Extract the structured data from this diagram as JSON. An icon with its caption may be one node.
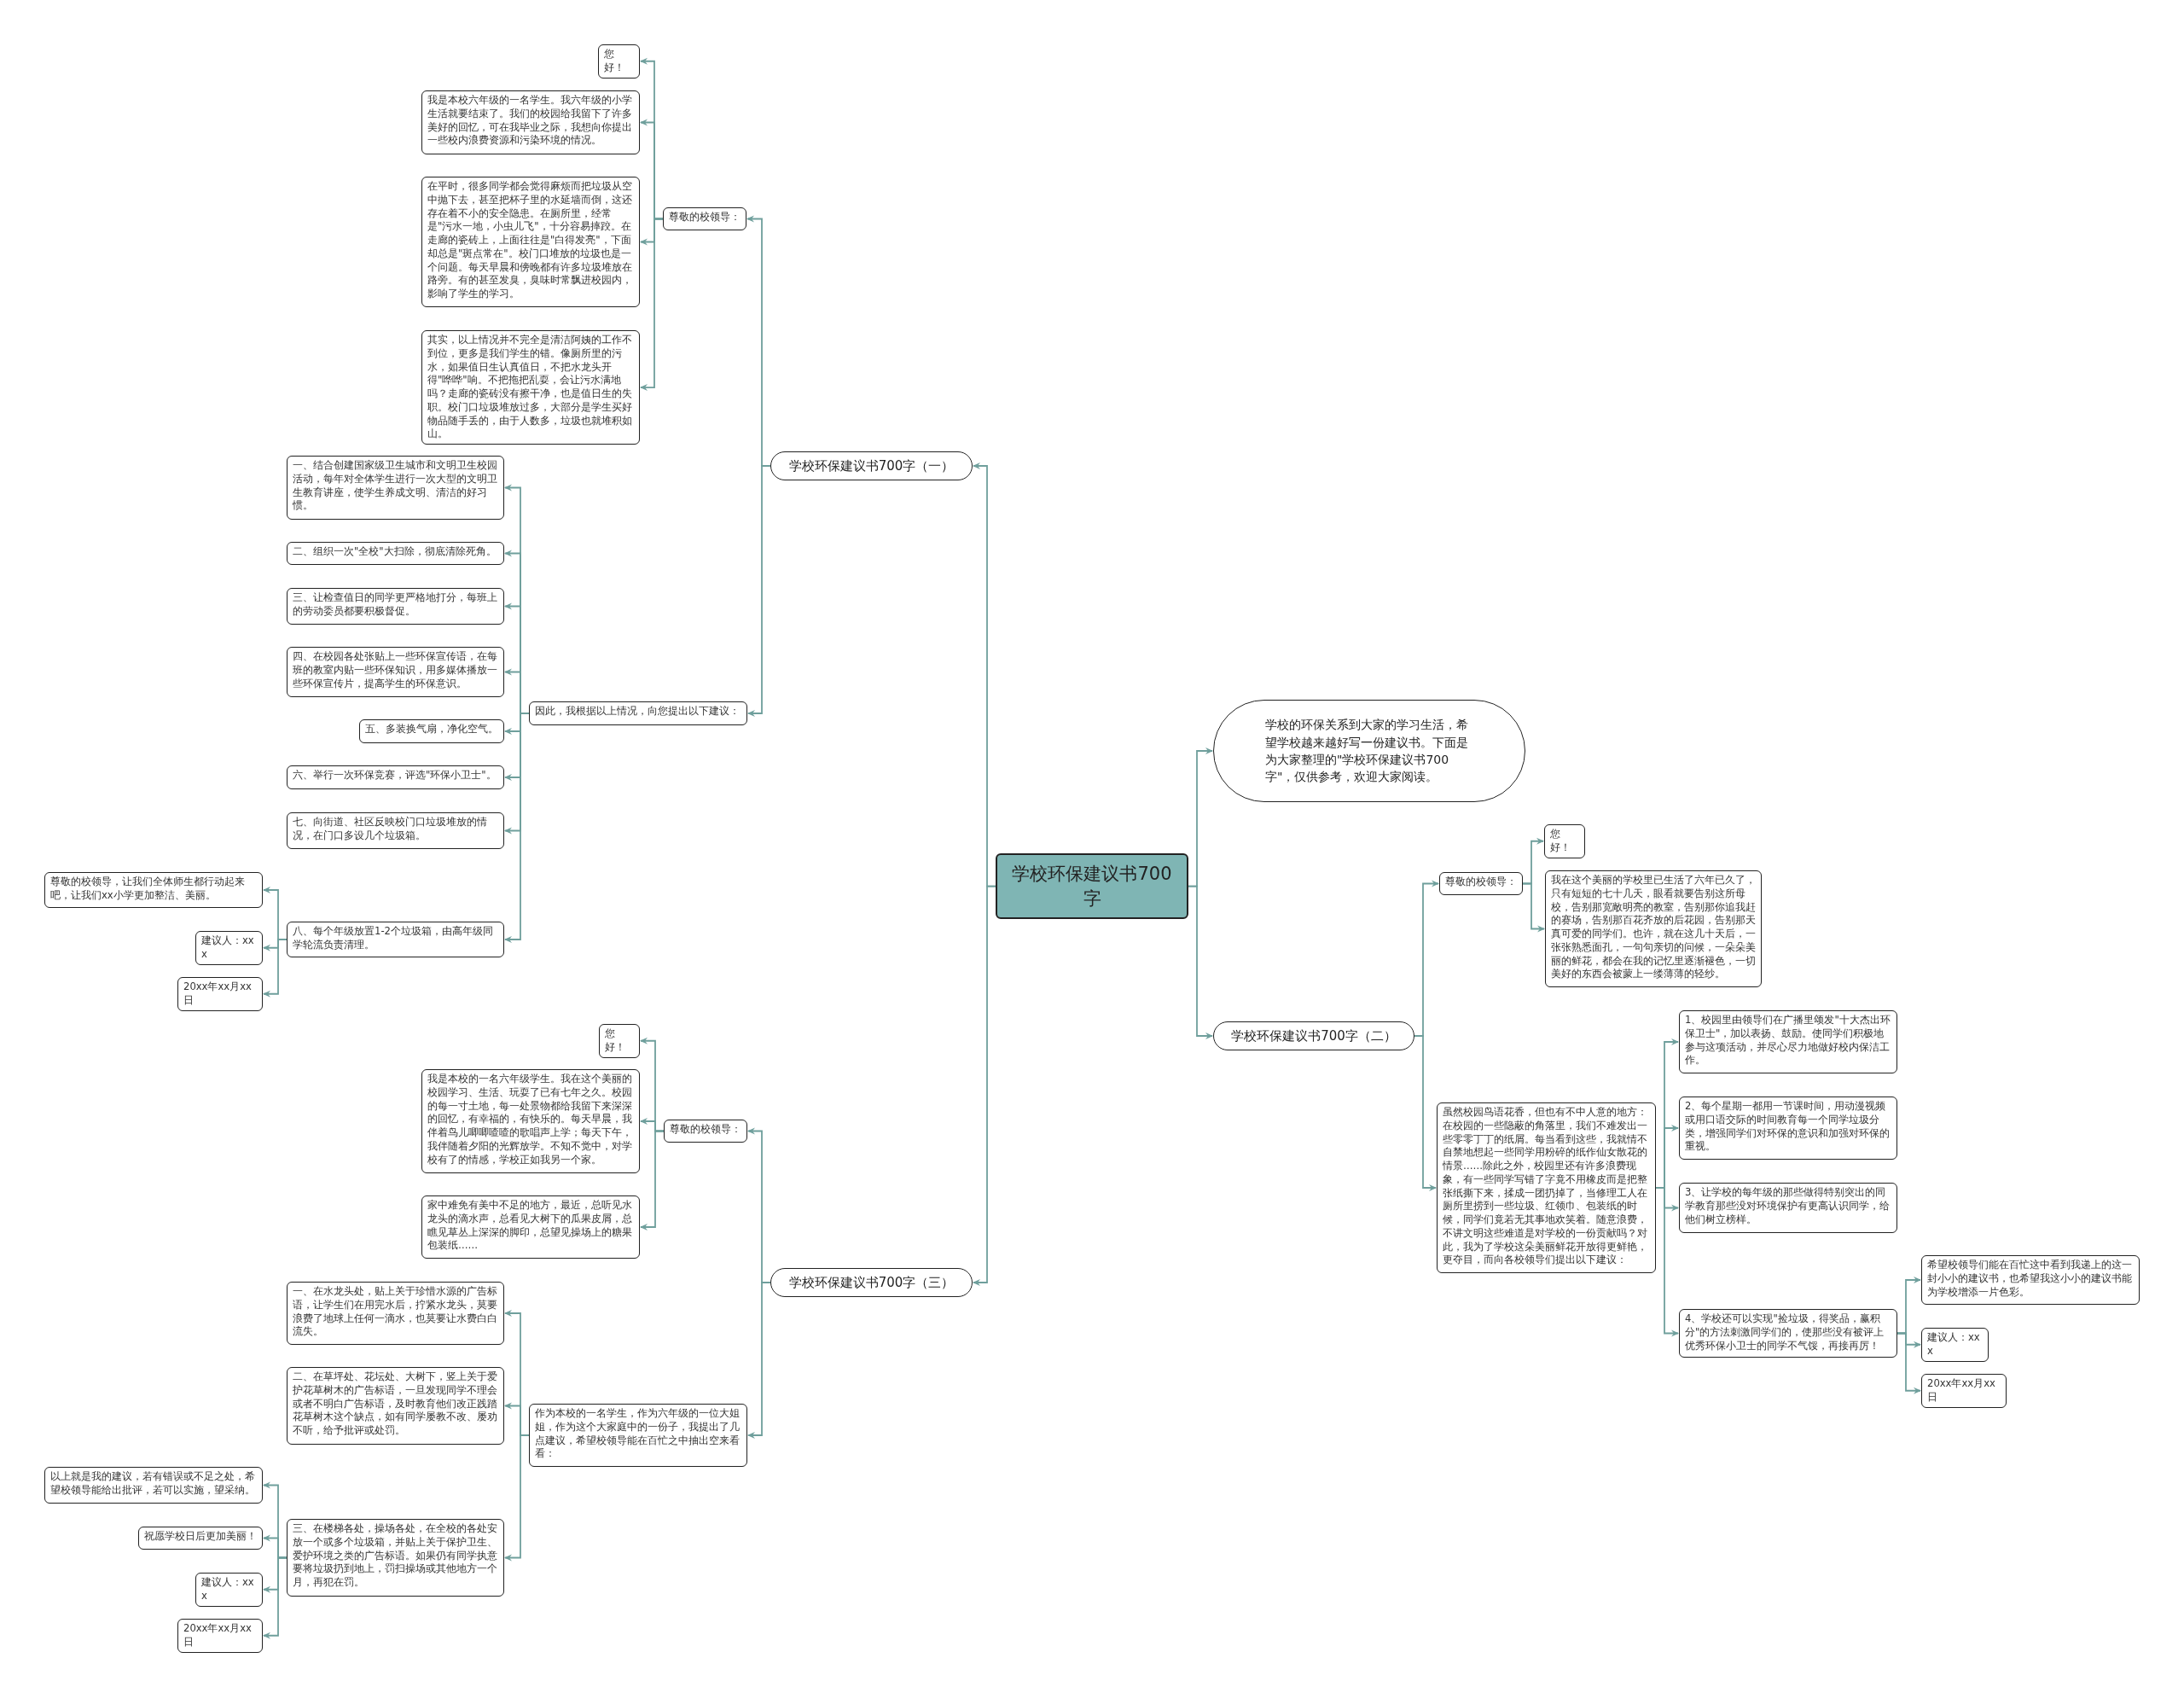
{
  "diagram": {
    "nodes": [
      {
        "text": [
          "学校环保建议书700字"
        ]
      },
      {
        "text": [
          "学校的环保关系到大家的学习生活，希望学校越来越好写一份建议书。下面是为大家整理的\"学校环保建议书700字\"，仅供参考，欢迎大家阅读。"
        ]
      },
      {
        "text": [
          "学校环保建议书700字（二）"
        ]
      },
      {
        "text": [
          "尊敬的校领导："
        ]
      },
      {
        "text": [
          "您好！"
        ]
      },
      {
        "text": [
          "我在这个美丽的学校里已生活了六年已久了，只有短短的七十几天，眼看就要告别这所母校，告别那宽敞明亮的教室，告别那你追我赶的赛场，告别那百花齐放的后花园，告别那天真可爱的同学们。也许，就在这几十天后，一张张熟悉面孔，一句句亲切的问候，一朵朵美丽的鲜花，都会在我的记忆里逐渐褪色，一切美好的东西会被蒙上一缕薄薄的轻纱。"
        ]
      },
      {
        "text": [
          "虽然校园鸟语花香，但也有不中人意的地方：在校园的一些隐蔽的角落里，我们不难发出一些零零丁丁的纸屑。每当看到这些，我就情不自禁地想起一些同学用粉碎的纸作仙女散花的情景……除此之外，校园里还有许多浪费现象，有一些同学写错了字竟不用橡皮而是把整张纸撕下来，揉成一团扔掉了，当修理工人在厕所里捞到一些垃圾、红领巾、包装纸的时候，同学们竟若无其事地欢笑着。随意浪费，不讲文明这些难道是对学校的一份贡献吗？对此，我为了学校这朵美丽鲜花开放得更鲜艳，更夺目，而向各校领导们提出以下建议："
        ]
      },
      {
        "text": [
          "1、校园里由领导们在广播里颂发\"十大杰出环保卫士\"，加以表扬、鼓励。使同学们积极地参与这项活动，并尽心尽力地做好校内保洁工作。"
        ]
      },
      {
        "text": [
          "2、每个星期一都用一节课时间，用动漫视频或用口语交际的时间教育每一个同学垃圾分类，增强同学们对环保的意识和加强对环保的重视。"
        ]
      },
      {
        "text": [
          "3、让学校的每年级的那些做得特别突出的同学教育那些没对环境保护有更高认识同学，给他们树立榜样。"
        ]
      },
      {
        "text": [
          "4、学校还可以实现\"捡垃圾，得奖品，赢积分\"的方法刺激同学们的，使那些没有被评上优秀环保小卫士的同学不气馁，再接再厉！"
        ]
      },
      {
        "text": [
          "希望校领导们能在百忙这中看到我递上的这一封小小的建议书，也希望我这小小的建议书能为学校增添一片色彩。"
        ]
      },
      {
        "text": [
          "建议人：xxx"
        ]
      },
      {
        "text": [
          "20xx年xx月xx日"
        ]
      },
      {
        "text": [
          "学校环保建议书700字（一）"
        ]
      },
      {
        "text": [
          "尊敬的校领导："
        ]
      },
      {
        "text": [
          "您好！"
        ]
      },
      {
        "text": [
          "我是本校六年级的一名学生。我六年级的小学生活就要结束了。我们的校园给我留下了许多美好的回忆，可在我毕业之际，我想向你提出一些校内浪费资源和污染环境的情况。"
        ]
      },
      {
        "text": [
          "在平时，很多同学都会觉得麻烦而把垃圾从空中抛下去，甚至把杯子里的水延墙而倒，这还存在着不小的安全隐患。在厕所里，经常是\"污水一地，小虫儿飞\"，十分容易摔跤。在走廊的瓷砖上，上面往往是\"白得发亮\"，下面却总是\"斑点常在\"。校门口堆放的垃圾也是一个问题。每天早晨和傍晚都有许多垃圾堆放在路旁。有的甚至发臭，臭味时常飘进校园内，影响了学生的学习。"
        ]
      },
      {
        "text": [
          "其实，以上情况并不完全是清洁阿姨的工作不到位，更多是我们学生的错。像厕所里的污水，如果值日生认真值日，不把水龙头开得\"哗哗\"响。不把拖把乱耍，会让污水满地吗？走廊的瓷砖没有擦干净，也是值日生的失职。校门口垃圾堆放过多，大部分是学生买好物品随手丢的，由于人数多，垃圾也就堆积如山。"
        ]
      },
      {
        "text": [
          "因此，我根据以上情况，向您提出以下建议："
        ]
      },
      {
        "text": [
          "一、结合创建国家级卫生城市和文明卫生校园活动，每年对全体学生进行一次大型的文明卫生教育讲座，使学生养成文明、清洁的好习惯。"
        ]
      },
      {
        "text": [
          "二、组织一次\"全校\"大扫除，彻底清除死角。"
        ]
      },
      {
        "text": [
          "三、让检查值日的同学更严格地打分，每班上的劳动委员都要积极督促。"
        ]
      },
      {
        "text": [
          "四、在校园各处张贴上一些环保宣传语，在每班的教室内贴一些环保知识，用多媒体播放一些环保宣传片，提高学生的环保意识。"
        ]
      },
      {
        "text": [
          "五、多装换气扇，净化空气。"
        ]
      },
      {
        "text": [
          "六、举行一次环保竞赛，评选\"环保小卫士\"。"
        ]
      },
      {
        "text": [
          "七、向街道、社区反映校门口垃圾堆放的情况，在门口多设几个垃圾箱。"
        ]
      },
      {
        "text": [
          "八、每个年级放置1-2个垃圾箱，由高年级同学轮流负责清理。"
        ]
      },
      {
        "text": [
          "尊敬的校领导，让我们全体师生都行动起来吧，让我们xx小学更加整洁、美丽。"
        ]
      },
      {
        "text": [
          "建议人：xxx"
        ]
      },
      {
        "text": [
          "20xx年xx月xx日"
        ]
      },
      {
        "text": [
          "学校环保建议书700字（三）"
        ]
      },
      {
        "text": [
          "尊敬的校领导："
        ]
      },
      {
        "text": [
          "您好！"
        ]
      },
      {
        "text": [
          "我是本校的一名六年级学生。我在这个美丽的校园学习、生活、玩耍了已有七年之久。校园的每一寸土地，每一处景物都给我留下来深深的回忆，有幸福的，有快乐的。每天早晨，我伴着鸟儿唧唧喳喳的歌唱声上学；每天下午，我伴随着夕阳的光辉放学。不知不觉中，对学校有了的情感，学校正如我另一个家。"
        ]
      },
      {
        "text": [
          "家中难免有美中不足的地方，最近，总听见水龙头的滴水声，总看见大树下的瓜果皮屑，总瞧见草丛上深深的脚印，总望见操场上的糖果包装纸……"
        ]
      },
      {
        "text": [
          "作为本校的一名学生，作为六年级的一位大姐姐，作为这个大家庭中的一份子，我提出了几点建议，希望校领导能在百忙之中抽出空来看看："
        ]
      },
      {
        "text": [
          "一、在水龙头处，贴上关于珍惜水源的广告标语，让学生们在用完水后，拧紧水龙头，莫要浪费了地球上任何一滴水，也莫要让水费白白流失。"
        ]
      },
      {
        "text": [
          "二、在草坪处、花坛处、大树下，竖上关于爱护花草树木的广告标语，一旦发现同学不理会或者不明白广告标语，及时教育他们改正践踏花草树木这个缺点，如有同学屡教不改、屡劝不听，给予批评或处罚。"
        ]
      },
      {
        "text": [
          "三、在楼梯各处，操场各处，在全校的各处安放一个或多个垃圾箱，并贴上关于保护卫生、爱护环境之类的广告标语。如果仍有同学执意要将垃圾扔到地上，罚扫操场或其他地方一个月，再犯在罚。"
        ]
      },
      {
        "text": [
          "以上就是我的建议，若有错误或不足之处，希望校领导能给出批评，若可以实施，望采纳。"
        ]
      },
      {
        "text": [
          "祝愿学校日后更加美丽！"
        ]
      },
      {
        "text": [
          "建议人：xxx"
        ]
      },
      {
        "text": [
          "20xx年xx月xx日"
        ]
      }
    ],
    "edges": [
      {
        "from": 0,
        "to": 1,
        "arrow": "to"
      },
      {
        "from": 0,
        "to": 2,
        "arrow": "to"
      },
      {
        "from": 2,
        "to": 3,
        "arrow": "to"
      },
      {
        "from": 3,
        "to": 4,
        "arrow": "to"
      },
      {
        "from": 3,
        "to": 5,
        "arrow": "to"
      },
      {
        "from": 2,
        "to": 6,
        "arrow": "to"
      },
      {
        "from": 6,
        "to": 7,
        "arrow": "to"
      },
      {
        "from": 6,
        "to": 8,
        "arrow": "to"
      },
      {
        "from": 6,
        "to": 9,
        "arrow": "to"
      },
      {
        "from": 6,
        "to": 10,
        "arrow": "to"
      },
      {
        "from": 10,
        "to": 11,
        "arrow": "to"
      },
      {
        "from": 10,
        "to": 12,
        "arrow": "to"
      },
      {
        "from": 10,
        "to": 13,
        "arrow": "to"
      },
      {
        "from": 0,
        "to": 14,
        "arrow": "to"
      },
      {
        "from": 14,
        "to": 15,
        "arrow": "to"
      },
      {
        "from": 15,
        "to": 16,
        "arrow": "to"
      },
      {
        "from": 15,
        "to": 17,
        "arrow": "to"
      },
      {
        "from": 15,
        "to": 18,
        "arrow": "to"
      },
      {
        "from": 15,
        "to": 19,
        "arrow": "to"
      },
      {
        "from": 14,
        "to": 20,
        "arrow": "to"
      },
      {
        "from": 20,
        "to": 21,
        "arrow": "to"
      },
      {
        "from": 20,
        "to": 22,
        "arrow": "to"
      },
      {
        "from": 20,
        "to": 23,
        "arrow": "to"
      },
      {
        "from": 20,
        "to": 24,
        "arrow": "to"
      },
      {
        "from": 20,
        "to": 25,
        "arrow": "to"
      },
      {
        "from": 20,
        "to": 26,
        "arrow": "to"
      },
      {
        "from": 20,
        "to": 27,
        "arrow": "to"
      },
      {
        "from": 20,
        "to": 28,
        "arrow": "to"
      },
      {
        "from": 28,
        "to": 29,
        "arrow": "to"
      },
      {
        "from": 28,
        "to": 30,
        "arrow": "to"
      },
      {
        "from": 28,
        "to": 31,
        "arrow": "to"
      },
      {
        "from": 0,
        "to": 32,
        "arrow": "to"
      },
      {
        "from": 32,
        "to": 33,
        "arrow": "to"
      },
      {
        "from": 33,
        "to": 34,
        "arrow": "to"
      },
      {
        "from": 33,
        "to": 35,
        "arrow": "to"
      },
      {
        "from": 33,
        "to": 36,
        "arrow": "to"
      },
      {
        "from": 32,
        "to": 37,
        "arrow": "to"
      },
      {
        "from": 37,
        "to": 38,
        "arrow": "to"
      },
      {
        "from": 37,
        "to": 39,
        "arrow": "to"
      },
      {
        "from": 37,
        "to": 40,
        "arrow": "to"
      },
      {
        "from": 40,
        "to": 41,
        "arrow": "to"
      },
      {
        "from": 40,
        "to": 42,
        "arrow": "to"
      },
      {
        "from": 40,
        "to": 43,
        "arrow": "to"
      },
      {
        "from": 40,
        "to": 44,
        "arrow": "to"
      }
    ]
  }
}
